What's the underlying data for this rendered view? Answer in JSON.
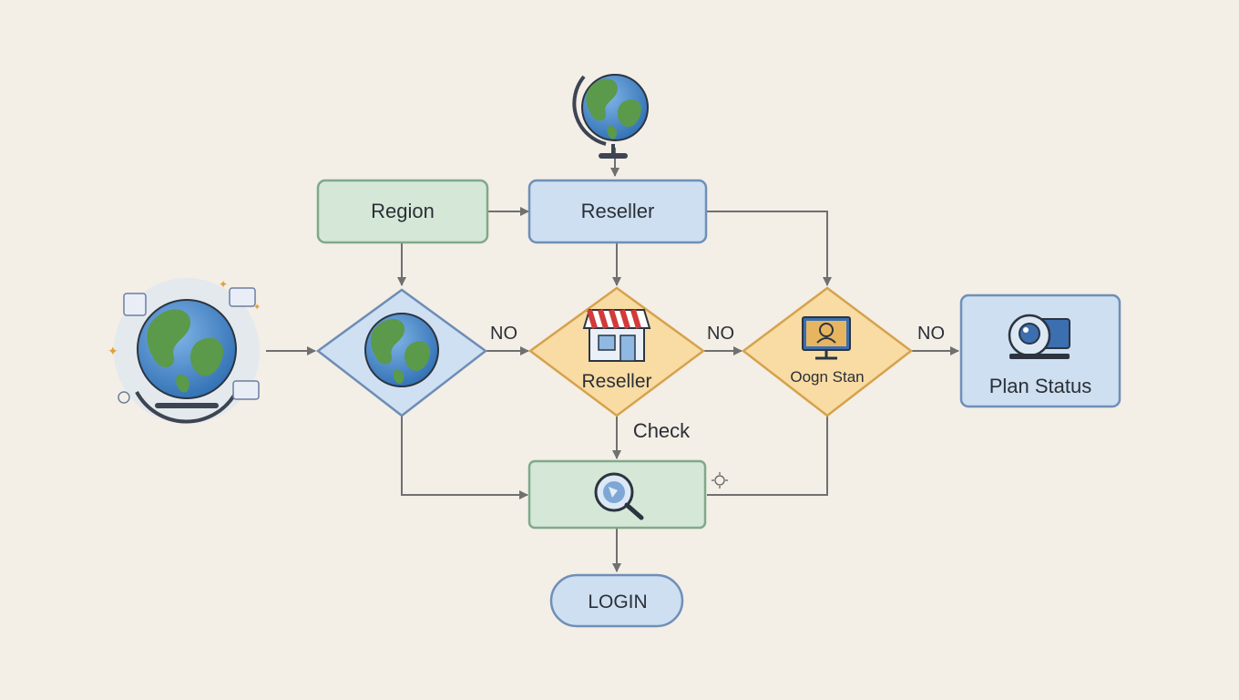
{
  "nodes": {
    "region": {
      "label": "Region"
    },
    "reseller_top": {
      "label": "Reseller"
    },
    "reseller_decision": {
      "label": "Reseller"
    },
    "login_status_decision": {
      "label": "Oogn Stan"
    },
    "plan_status": {
      "label": "Plan Status"
    },
    "login_terminal": {
      "label": "LOGIN"
    }
  },
  "edges": {
    "no_1": "NO",
    "no_2": "NO",
    "no_3": "NO",
    "check": "Check"
  },
  "icons": {
    "globe_top": "globe-on-stand-icon",
    "globe_left": "globe-cluster-icon",
    "globe_decision": "globe-icon",
    "store": "storefront-icon",
    "monitor": "monitor-user-icon",
    "plan": "user-device-icon",
    "search": "magnifier-icon",
    "spark": "spark-icon"
  },
  "colors": {
    "green_fill": "#d5e8d8",
    "blue_fill": "#cddff1",
    "orange_fill": "#f8dca4",
    "background": "#f3eee6"
  }
}
